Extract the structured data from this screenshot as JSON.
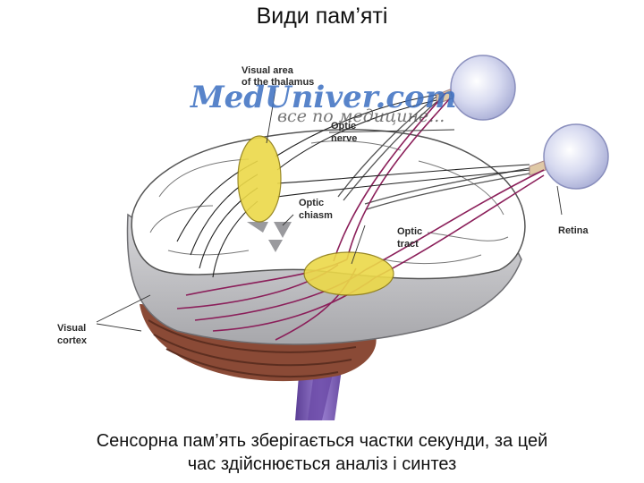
{
  "slide": {
    "title": "Види пам’яті",
    "caption_line1": "Сенсорна пам’ять зберігається частки секунди, за цей",
    "caption_line2": "час здійснюється аналіз і синтез"
  },
  "watermark": {
    "main": "MedUniver.com",
    "sub": "все по медицине..."
  },
  "labels": {
    "thalamus_line1": "Visual area",
    "thalamus_line2": "of the thalamus",
    "optic_nerve_line1": "Optic",
    "optic_nerve_line2": "nerve",
    "chiasm_line1": "Optic",
    "chiasm_line2": "chiasm",
    "tract_line1": "Optic",
    "tract_line2": "tract",
    "retina": "Retina",
    "cortex_line1": "Visual",
    "cortex_line2": "cortex"
  },
  "colors": {
    "thalamus": "#ecd949",
    "pathway": "#8b1f5a",
    "brainstem": "#7b5cb2",
    "cerebellum": "#8a4a36",
    "eyeball": "#cfd3ee",
    "brain_gray": "#c9c9cc"
  }
}
